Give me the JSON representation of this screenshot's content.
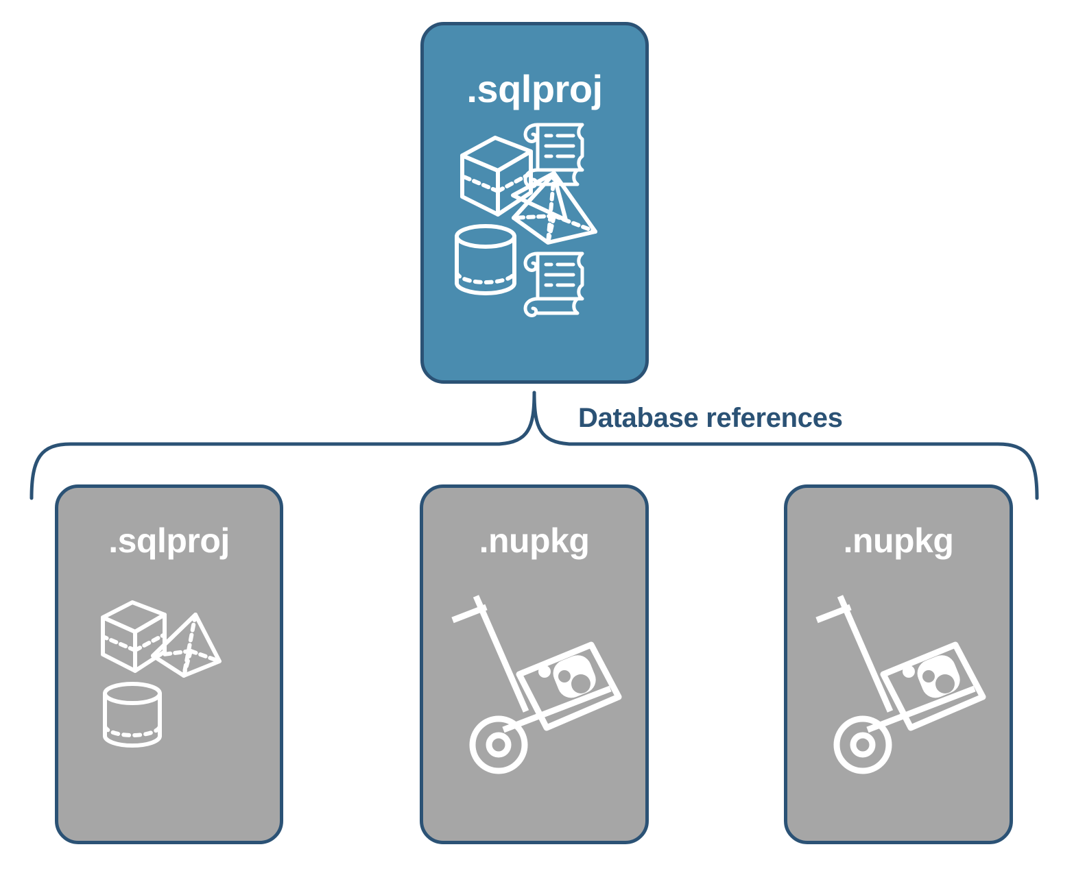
{
  "diagram": {
    "title_text": "Database references",
    "colors": {
      "blue_fill": "#4A8CAF",
      "grey_fill": "#A6A6A6",
      "border": "#2B5275",
      "label_text": "#2B5275",
      "icon_white": "#FFFFFF",
      "background": "#FFFFFF"
    },
    "brace": {
      "label": "Database references",
      "orientation": "downward-curly-brace",
      "stroke": "#2B5275",
      "stroke_width": 5
    },
    "parent_node": {
      "id": "sqlproj-parent",
      "label": ".sqlproj",
      "fill": "#4A8CAF",
      "icons": [
        "cube-icon",
        "scroll-icon",
        "pyramid-icon",
        "cylinder-icon",
        "scroll-icon"
      ]
    },
    "child_nodes": [
      {
        "id": "sqlproj-reference",
        "label": ".sqlproj",
        "fill": "#A6A6A6",
        "icons": [
          "cube-icon",
          "pyramid-icon",
          "cylinder-icon"
        ]
      },
      {
        "id": "nupkg-reference-1",
        "label": ".nupkg",
        "fill": "#A6A6A6",
        "icons": [
          "nuget-package-dolly-icon"
        ]
      },
      {
        "id": "nupkg-reference-2",
        "label": ".nupkg",
        "fill": "#A6A6A6",
        "icons": [
          "nuget-package-dolly-icon"
        ]
      }
    ]
  }
}
